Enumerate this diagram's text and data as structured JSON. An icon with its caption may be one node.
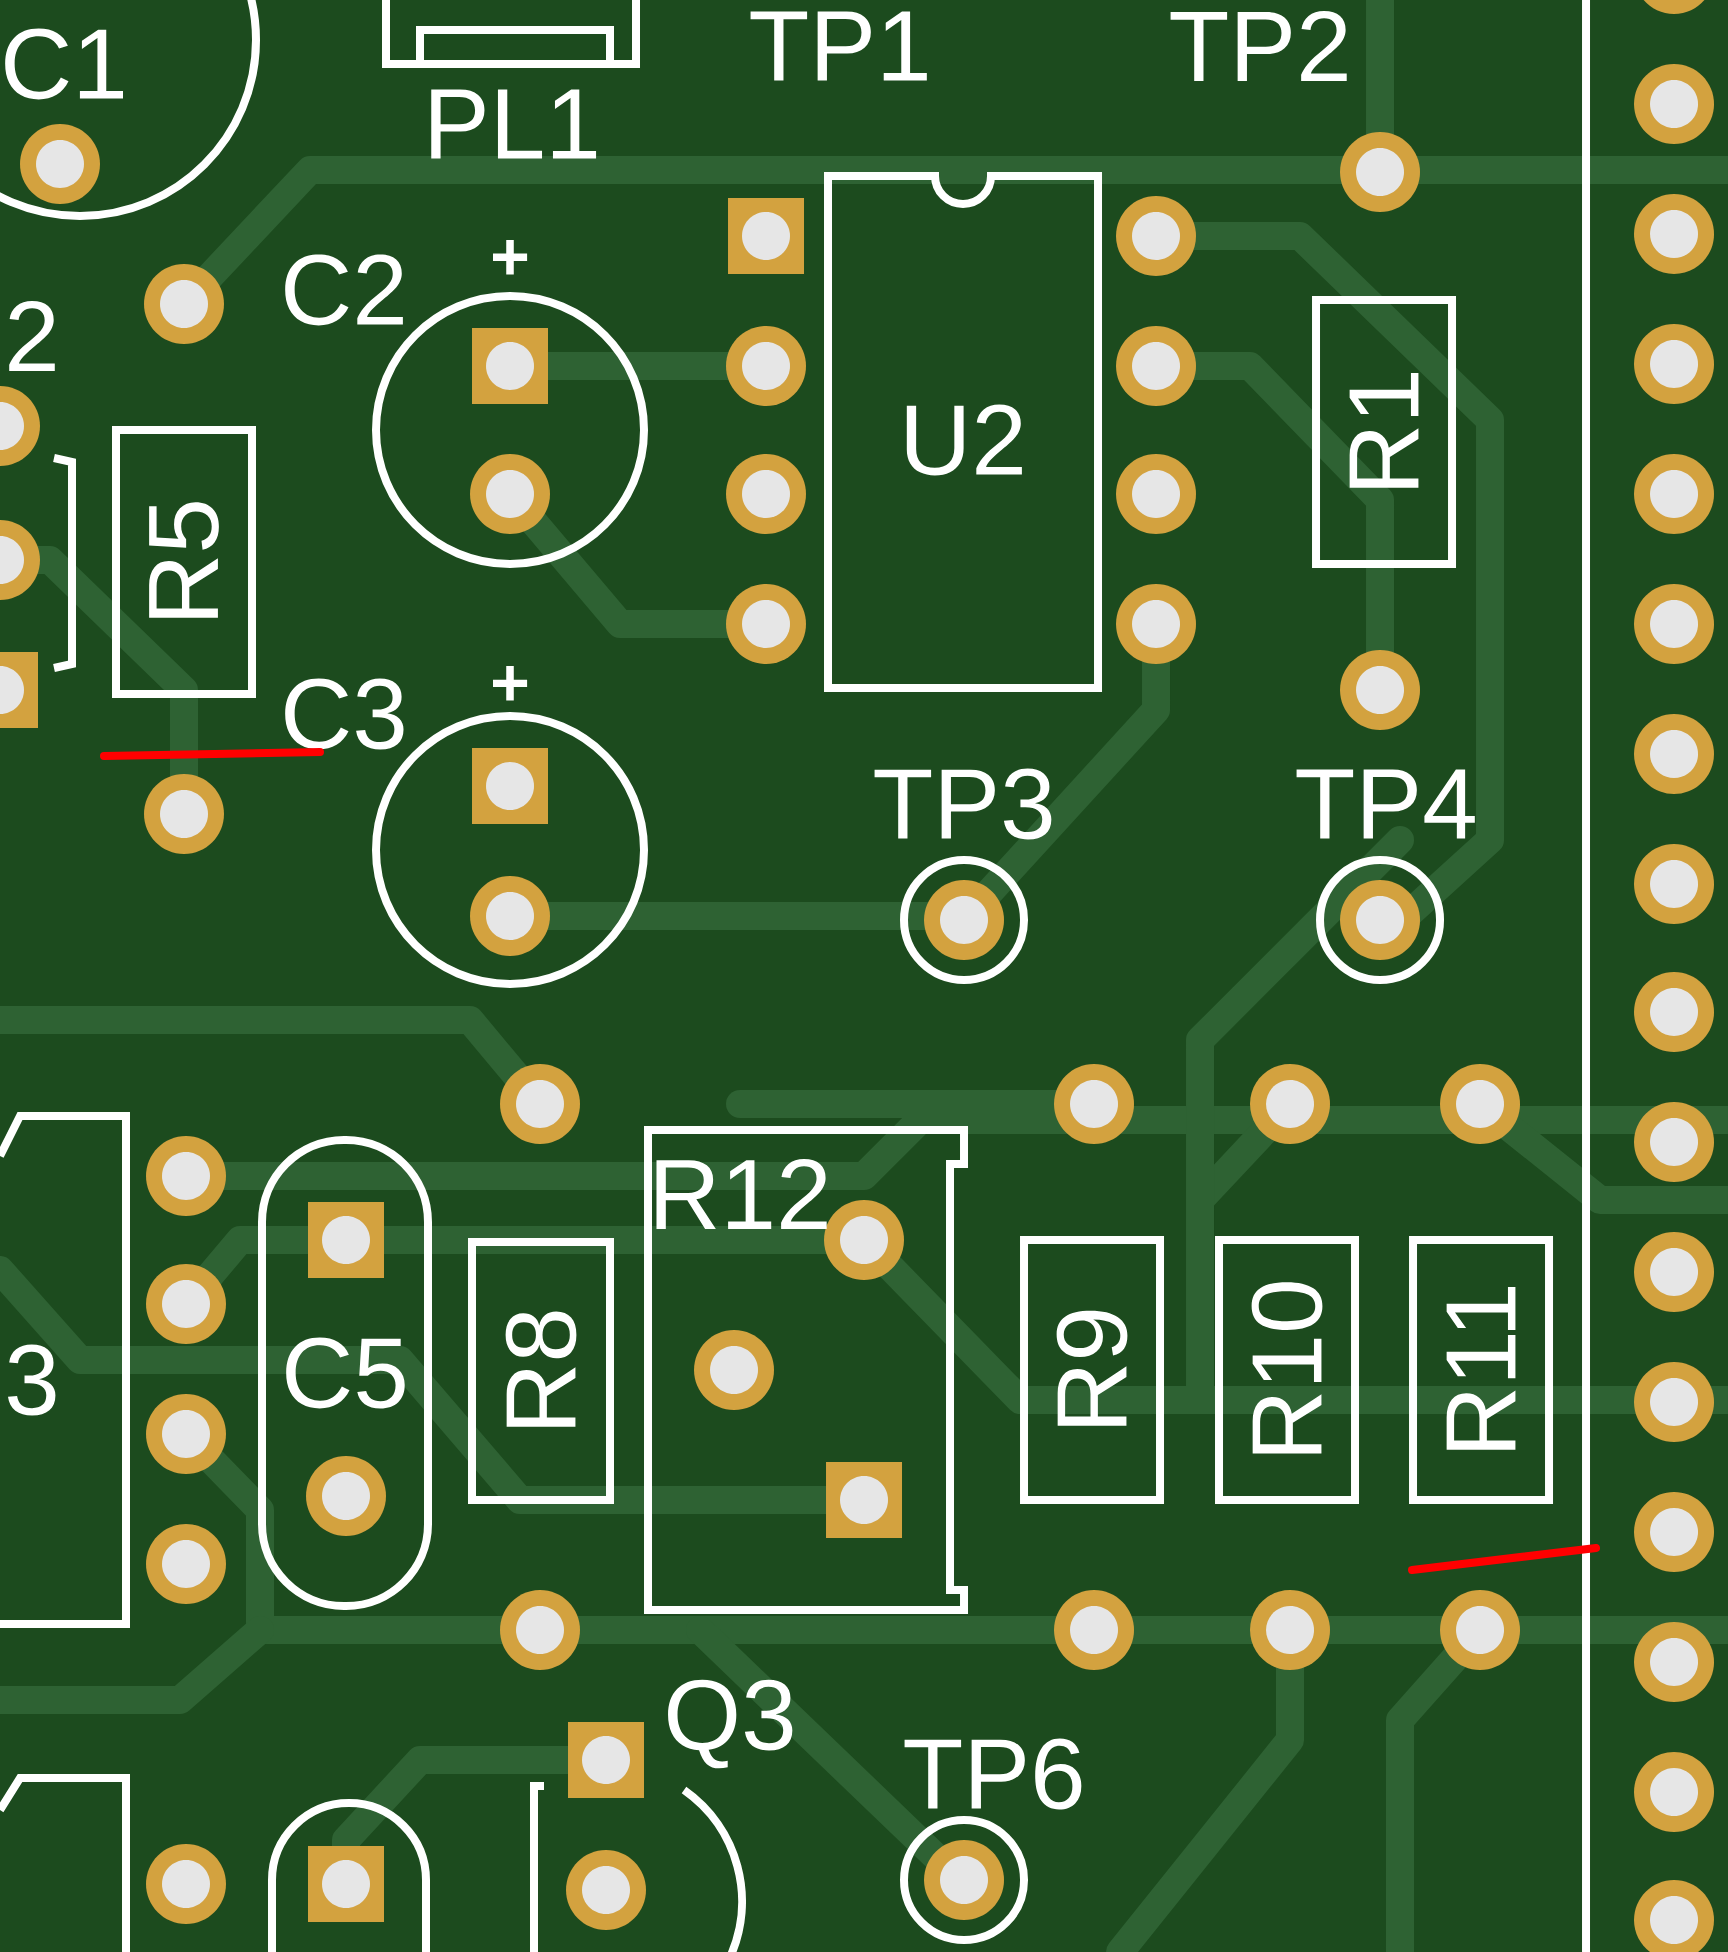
{
  "diagram": {
    "nodes": [
      {
        "text": [
          "R5"
        ]
      },
      {
        "text": [
          "U2"
        ]
      },
      {
        "text": [
          "R1"
        ]
      },
      {
        "text": [
          "C5"
        ]
      },
      {
        "text": [
          "R8"
        ]
      },
      {
        "text": [
          "R12"
        ]
      },
      {
        "text": [
          "R9"
        ]
      },
      {
        "text": [
          "R10"
        ]
      },
      {
        "text": [
          "R11"
        ]
      }
    ],
    "labels": [
      "TP1",
      "TP2",
      "C1",
      "PL1",
      "+",
      "C2",
      "2",
      "+",
      "C3",
      "TP3",
      "TP4",
      "3",
      "Q3",
      "TP6"
    ]
  }
}
